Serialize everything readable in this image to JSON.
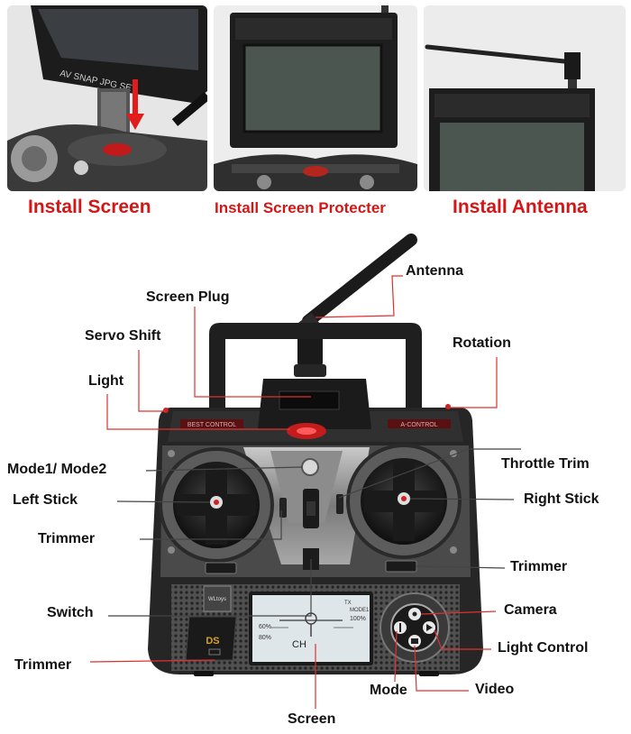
{
  "install_steps": {
    "screen": "Install Screen",
    "protector": "Install Screen Protecter",
    "antenna": "Install Antenna"
  },
  "screen_panel": {
    "menu_text": "AV  SNAP  JPG  SET"
  },
  "remote": {
    "left_badge": "BEST CONTROL",
    "right_badge": "A-CONTROL",
    "brand_tag": "WLtoys",
    "mini_logo": "DS"
  },
  "lcd": {
    "pct_left_1": "60%",
    "pct_left_2": "80%",
    "pct_right_1": "100%",
    "tx": "TX",
    "mode": "MODE1",
    "ch": "CH"
  },
  "labels": {
    "antenna": "Antenna",
    "screen_plug": "Screen Plug",
    "servo_shift": "Servo Shift",
    "rotation": "Rotation",
    "light": "Light",
    "mode_switch": "Mode1/ Mode2",
    "throttle_trim": "Throttle Trim",
    "left_stick": "Left Stick",
    "right_stick": "Right Stick",
    "trimmer_left": "Trimmer",
    "trimmer_right": "Trimmer",
    "switch": "Switch",
    "camera": "Camera",
    "light_control": "Light Control",
    "trimmer_bottom": "Trimmer",
    "mode": "Mode",
    "video": "Video",
    "screen": "Screen"
  },
  "colors": {
    "caption_red": "#d41616",
    "leader_red": "#e03030",
    "remote_body": "#2a2a2a",
    "lcd_bg": "#dfe6ea"
  }
}
